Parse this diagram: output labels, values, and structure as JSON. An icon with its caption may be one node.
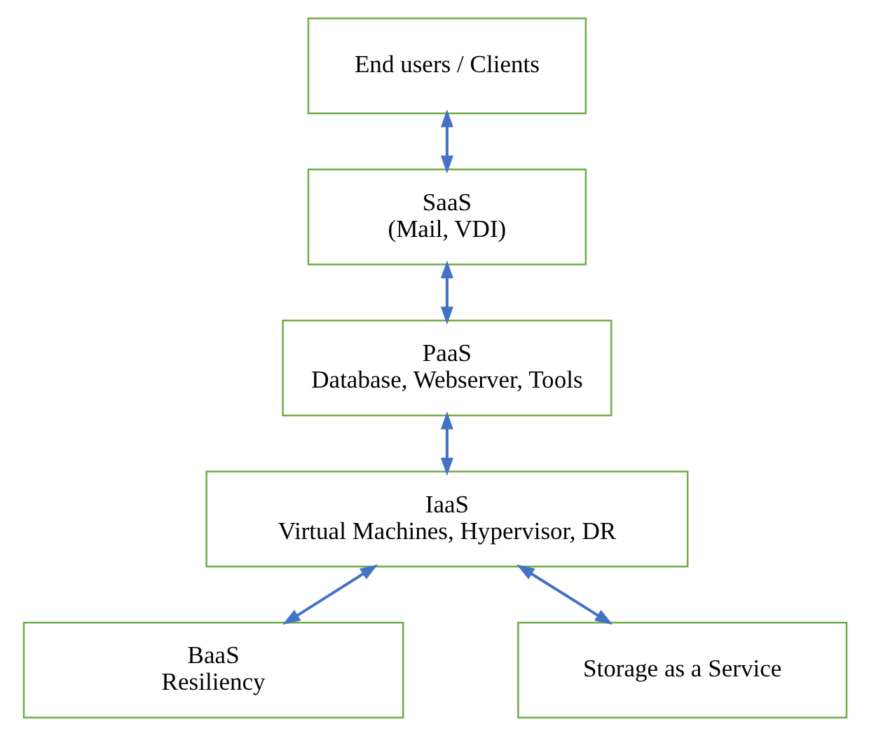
{
  "diagram": {
    "nodes": [
      {
        "text": [
          "End users / Clients"
        ]
      },
      {
        "text": [
          "SaaS",
          "(Mail, VDI)"
        ]
      },
      {
        "text": [
          "PaaS",
          "Database, Webserver, Tools"
        ]
      },
      {
        "text": [
          "IaaS",
          "Virtual Machines, Hypervisor, DR"
        ]
      },
      {
        "text": [
          "BaaS",
          "Resiliency"
        ]
      },
      {
        "text": [
          "Storage as a Service"
        ]
      }
    ],
    "edges": [
      {
        "from": 0,
        "to": 1,
        "arrow": "both"
      },
      {
        "from": 1,
        "to": 2,
        "arrow": "both"
      },
      {
        "from": 2,
        "to": 3,
        "arrow": "both"
      },
      {
        "from": 3,
        "to": 4,
        "arrow": "both"
      },
      {
        "from": 3,
        "to": 5,
        "arrow": "both"
      }
    ]
  }
}
